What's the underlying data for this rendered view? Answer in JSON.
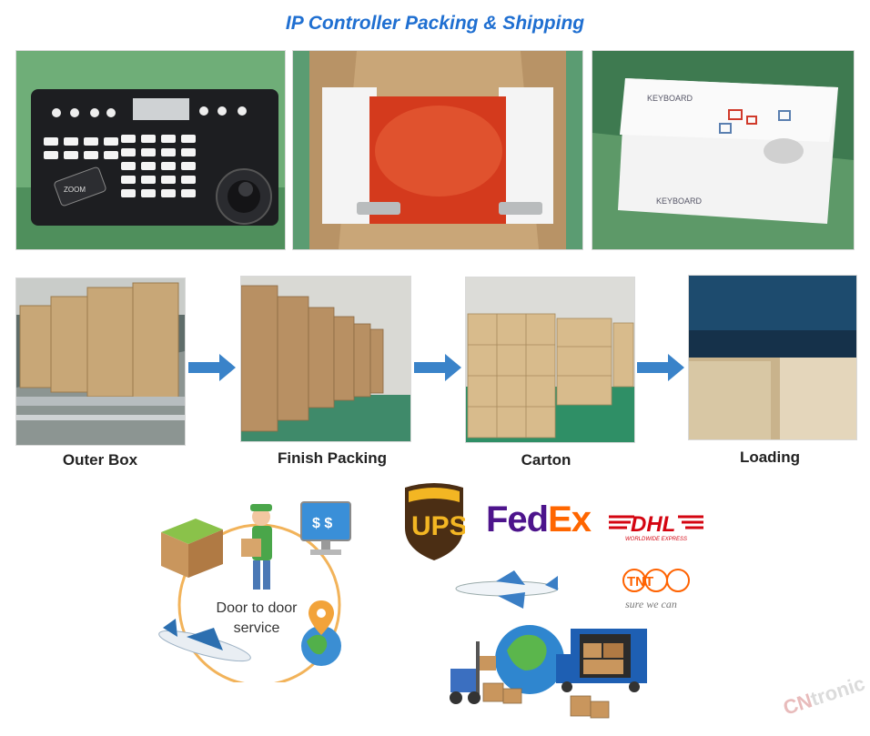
{
  "title": "IP Controller Packing & Shipping",
  "product_photos": [
    {
      "name": "controller-keyboard-photo",
      "text": "ZOOM"
    },
    {
      "name": "open-box-photo"
    },
    {
      "name": "retail-box-photo",
      "text": "KEYBOARD"
    }
  ],
  "process_steps": [
    {
      "label": "Outer Box"
    },
    {
      "label": "Finish Packing"
    },
    {
      "label": "Carton"
    },
    {
      "label": "Loading"
    }
  ],
  "service": {
    "line1": "Door to door",
    "line2": "service"
  },
  "carriers": {
    "ups": "UPS",
    "fedex_a": "Fed",
    "fedex_b": "Ex",
    "dhl": "DHL",
    "dhl_tagline": "WORLDWIDE EXPRESS",
    "tnt": "TNT",
    "tnt_tagline": "sure we can"
  },
  "watermark": {
    "a": "CN",
    "b": "tronic"
  },
  "colors": {
    "title": "#1f6fd1",
    "arrow": "#3a83c9",
    "ups_brown": "#4b2e14",
    "ups_gold": "#f3b623",
    "fedex_purple": "#4d148c",
    "fedex_orange": "#ff6600",
    "dhl_red": "#d40511",
    "tnt_orange": "#ff6200"
  }
}
